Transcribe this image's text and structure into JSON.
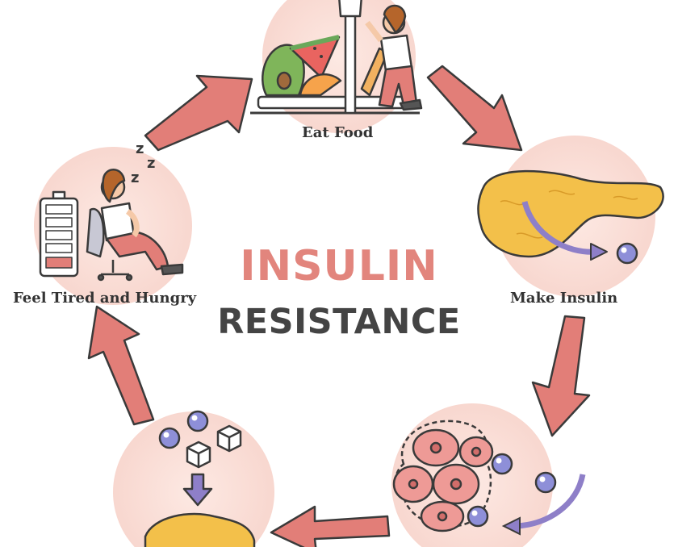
{
  "title": {
    "line1": "INSULIN",
    "line2": "RESISTANCE"
  },
  "steps": [
    {
      "label": "Eat Food",
      "icon": "food-icon"
    },
    {
      "label": "Make Insulin",
      "icon": "pancreas-icon"
    },
    {
      "label": "",
      "icon": "cells-icon"
    },
    {
      "label": "",
      "icon": "sugar-to-liver-icon"
    },
    {
      "label": "Feel Tired and Hungry",
      "icon": "tired-person-icon"
    }
  ],
  "sleep_marks": [
    "z",
    "z",
    "z"
  ],
  "colors": {
    "arrow": "#e27e78",
    "arrow_outline": "#3a3a3a",
    "circle_bg": "#fbe3dc",
    "title_accent": "#e2857d",
    "title_dark": "#444444",
    "pancreas": "#f3c04a",
    "insulin_ball": "#8e8fd8",
    "cell": "#ee9a96"
  }
}
